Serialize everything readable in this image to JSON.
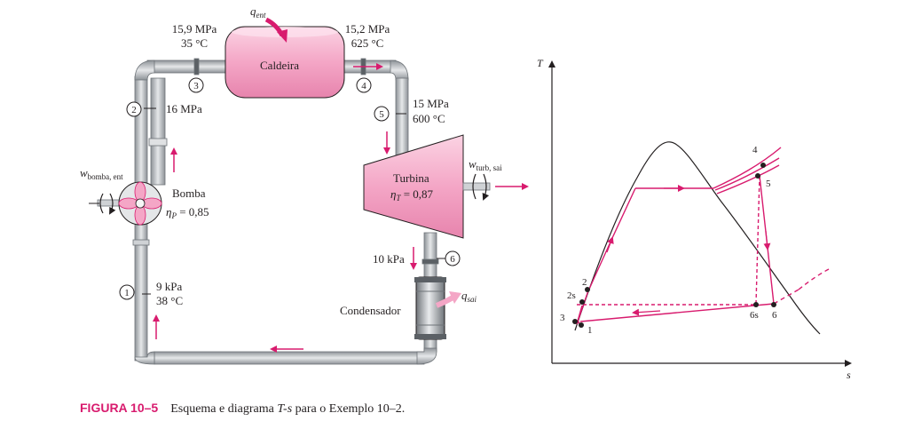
{
  "boiler": {
    "label": "Caldeira",
    "heat_in": "q",
    "heat_in_sub": "ent"
  },
  "turbine": {
    "label": "Turbina",
    "eff_sym": "η",
    "eff_sub": "T",
    "eff_val": " = 0,87",
    "work_out": "w",
    "work_out_sub": "turb, sai"
  },
  "pump": {
    "label": "Bomba",
    "eff_sym": "η",
    "eff_sub": "P",
    "eff_val": " = 0,85",
    "work_in": "w",
    "work_in_sub": "bomba, ent"
  },
  "condenser": {
    "label": "Condensador",
    "heat_out": "q",
    "heat_out_sub": "sai"
  },
  "states": {
    "s1": {
      "num": "1",
      "line1": "9 kPa",
      "line2": "38 °C"
    },
    "s2": {
      "num": "2",
      "line1": "16 MPa"
    },
    "s3": {
      "num": "3",
      "line1": "15,9 MPa",
      "line2": "35 °C"
    },
    "s4": {
      "num": "4",
      "line1": "15,2 MPa",
      "line2": "625 °C"
    },
    "s5": {
      "num": "5",
      "line1": "15 MPa",
      "line2": "600 °C"
    },
    "s6": {
      "num": "6",
      "line1": "10 kPa"
    }
  },
  "ts_diagram": {
    "y_axis": "T",
    "x_axis": "s",
    "points": [
      "1",
      "2",
      "2s",
      "3",
      "4",
      "5",
      "6s",
      "6"
    ]
  },
  "caption": {
    "figure": "FIGURA 10–5",
    "text": "Esquema e diagrama ",
    "text_italic": "T-s",
    "text_end": " para o Exemplo 10–2."
  },
  "colors": {
    "accent": "#d81b6e",
    "pink_fill": "#f7b8d2",
    "pipe": "#a9aeb3",
    "line": "#231f20"
  }
}
